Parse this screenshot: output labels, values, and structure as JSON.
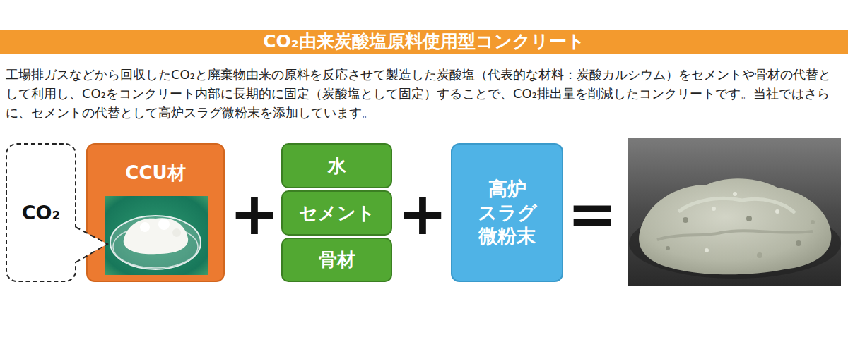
{
  "diagram": {
    "title": "CO₂由来炭酸塩原料使用型コンクリート",
    "nodes": [
      {
        "text": [
          "CO₂"
        ]
      },
      {
        "text": [
          "CCU材"
        ]
      },
      {
        "text": [
          "水"
        ]
      },
      {
        "text": [
          "セメント"
        ]
      },
      {
        "text": [
          "骨材"
        ]
      },
      {
        "text": [
          "高炉 スラグ 微粉末"
        ]
      }
    ],
    "labels": [
      "工場排ガスなどから回収したCO₂と廃棄物由来の原料を反応させて製造した炭酸塩（代表的な材料：炭酸カルシウム）をセメントや骨材の代替として利用し、CO₂をコンクリート内部に長期的に固定（炭酸塩として固定）することで、CO₂排出量を削減したコンクリートです。当社ではさらに、セメントの代替として高炉スラグ微粉末を添加しています。",
      "+",
      "+",
      "="
    ]
  }
}
